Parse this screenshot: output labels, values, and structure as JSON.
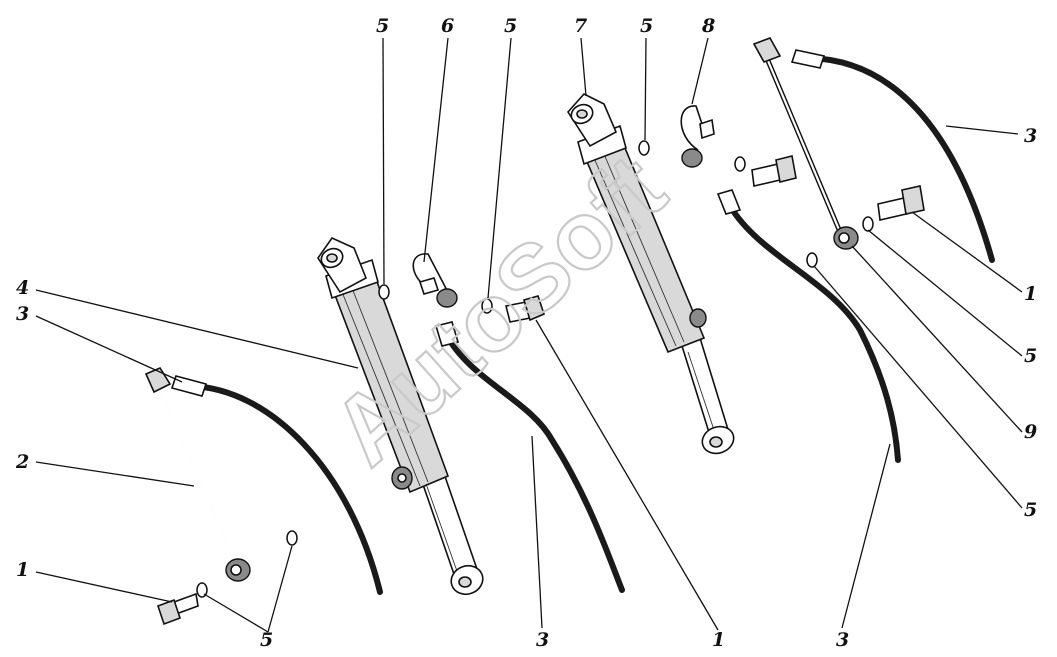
{
  "watermark": "AutoSoft",
  "callouts": {
    "c5_top_a": "5",
    "c6": "6",
    "c5_top_b": "5",
    "c7": "7",
    "c5_top_c": "5",
    "c8": "8",
    "c3_top_right": "3",
    "c4": "4",
    "c3_left": "3",
    "c2": "2",
    "c1_left": "1",
    "c5_bottom_left": "5",
    "c3_bottom_mid": "3",
    "c1_bottom_mid": "1",
    "c3_bottom_right": "3",
    "c1_right": "1",
    "c5_right_a": "5",
    "c9": "9",
    "c5_right_b": "5"
  }
}
